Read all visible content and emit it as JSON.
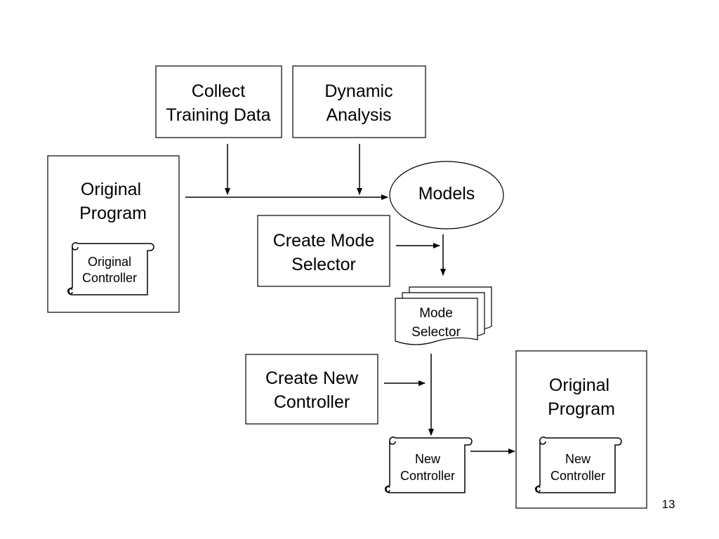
{
  "nodes": {
    "collect": {
      "line1": "Collect",
      "line2": "Training Data"
    },
    "dynamic": {
      "line1": "Dynamic",
      "line2": "Analysis"
    },
    "original_program_top": {
      "line1": "Original",
      "line2": "Program"
    },
    "original_controller": {
      "line1": "Original",
      "line2": "Controller"
    },
    "models": {
      "label": "Models"
    },
    "create_mode": {
      "line1": "Create Mode",
      "line2": "Selector"
    },
    "mode_selector": {
      "line1": "Mode",
      "line2": "Selector"
    },
    "create_controller": {
      "line1": "Create New",
      "line2": "Controller"
    },
    "new_controller": {
      "line1": "New",
      "line2": "Controller"
    },
    "original_program_bottom": {
      "line1": "Original",
      "line2": "Program"
    },
    "new_controller_inner": {
      "line1": "New",
      "line2": "Controller"
    }
  },
  "page_number": "13"
}
